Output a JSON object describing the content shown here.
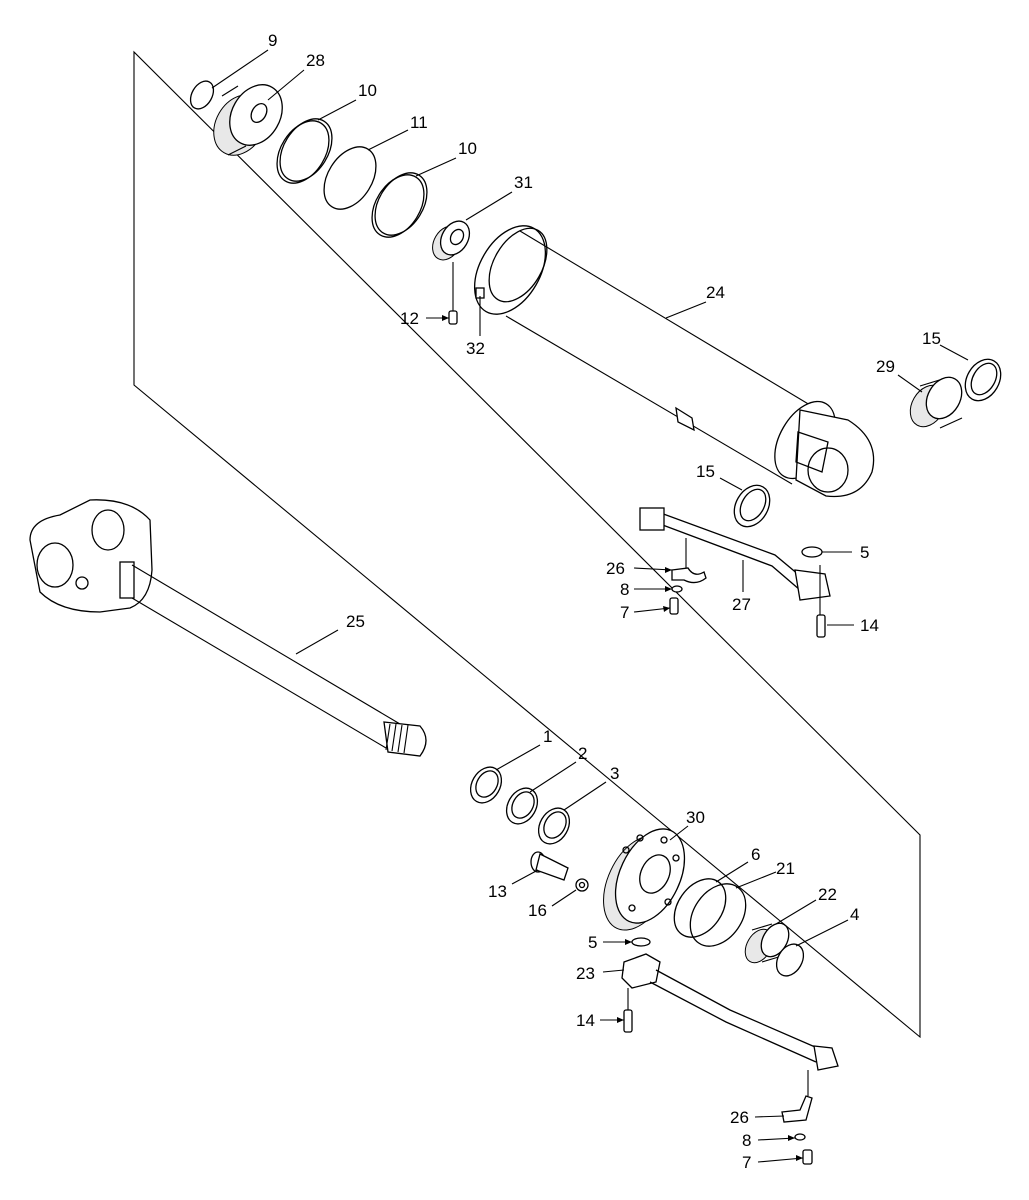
{
  "callouts": [
    {
      "id": "c9",
      "text": "9"
    },
    {
      "id": "c28",
      "text": "28"
    },
    {
      "id": "c10a",
      "text": "10"
    },
    {
      "id": "c11",
      "text": "11"
    },
    {
      "id": "c10b",
      "text": "10"
    },
    {
      "id": "c31",
      "text": "31"
    },
    {
      "id": "c24",
      "text": "24"
    },
    {
      "id": "c12",
      "text": "12"
    },
    {
      "id": "c32",
      "text": "32"
    },
    {
      "id": "c15a",
      "text": "15"
    },
    {
      "id": "c29",
      "text": "29"
    },
    {
      "id": "c15b",
      "text": "15"
    },
    {
      "id": "c5a",
      "text": "5"
    },
    {
      "id": "c26a",
      "text": "26"
    },
    {
      "id": "c8a",
      "text": "8"
    },
    {
      "id": "c27",
      "text": "27"
    },
    {
      "id": "c7a",
      "text": "7"
    },
    {
      "id": "c14a",
      "text": "14"
    },
    {
      "id": "c25",
      "text": "25"
    },
    {
      "id": "c1",
      "text": "1"
    },
    {
      "id": "c2",
      "text": "2"
    },
    {
      "id": "c3",
      "text": "3"
    },
    {
      "id": "c30",
      "text": "30"
    },
    {
      "id": "c6",
      "text": "6"
    },
    {
      "id": "c21",
      "text": "21"
    },
    {
      "id": "c22",
      "text": "22"
    },
    {
      "id": "c4",
      "text": "4"
    },
    {
      "id": "c13",
      "text": "13"
    },
    {
      "id": "c16",
      "text": "16"
    },
    {
      "id": "c5b",
      "text": "5"
    },
    {
      "id": "c23",
      "text": "23"
    },
    {
      "id": "c14b",
      "text": "14"
    },
    {
      "id": "c26b",
      "text": "26"
    },
    {
      "id": "c8b",
      "text": "8"
    },
    {
      "id": "c7b",
      "text": "7"
    }
  ]
}
